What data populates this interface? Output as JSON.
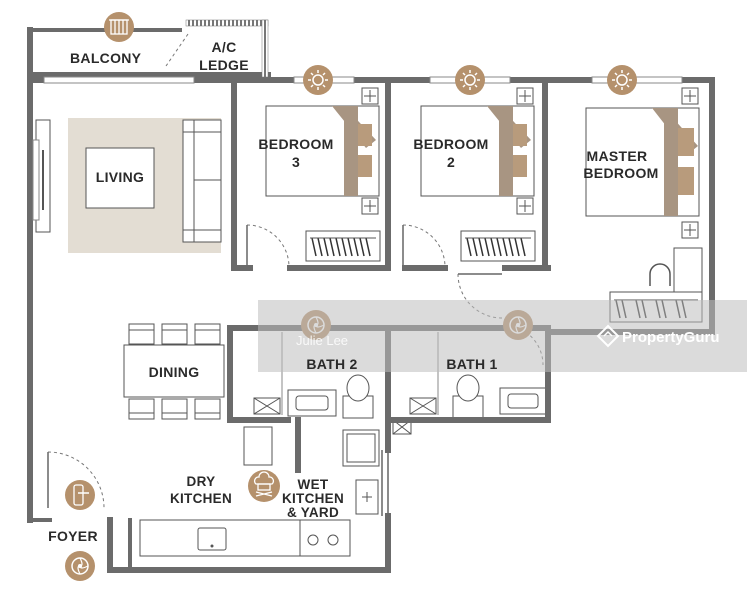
{
  "rooms": {
    "balcony": "BALCONY",
    "ac_ledge_1": "A/C",
    "ac_ledge_2": "LEDGE",
    "living": "LIVING",
    "bedroom3_1": "BEDROOM",
    "bedroom3_2": "3",
    "bedroom2_1": "BEDROOM",
    "bedroom2_2": "2",
    "master_1": "MASTER",
    "master_2": "BEDROOM",
    "dining": "DINING",
    "bath2": "BATH 2",
    "bath1": "BATH 1",
    "dry_kitchen_1": "DRY",
    "dry_kitchen_2": "KITCHEN",
    "wet_kitchen_1": "WET",
    "wet_kitchen_2": "KITCHEN",
    "wet_kitchen_3": "& YARD",
    "foyer": "FOYER"
  },
  "watermark": {
    "brand": "PropertyGuru",
    "agent": "Julie Lee"
  },
  "colors": {
    "wall": "#6b6b6b",
    "badge": "#b5916c",
    "bedding": "#a89582",
    "pillow": "#b89b7c",
    "rug": "#e3ddd3",
    "watermark_band": "#c8c8c8"
  },
  "icons": {
    "balcony": "balcony-icon",
    "bedrooms": "sun-icon",
    "baths": "fan-icon",
    "kitchen": "chef-icon",
    "foyer_lock": "door-lock-icon",
    "foyer_fan": "fan-icon"
  }
}
